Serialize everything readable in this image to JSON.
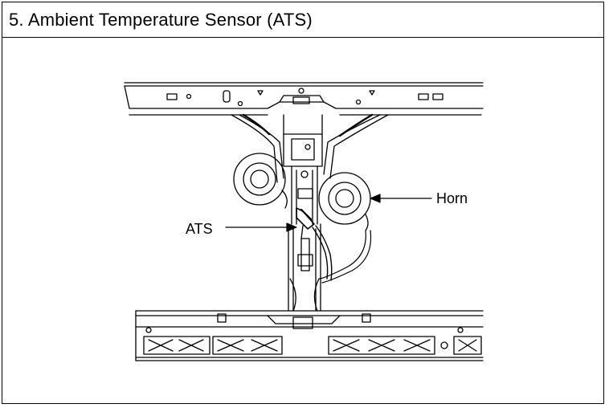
{
  "header": {
    "title": "5. Ambient Temperature Sensor (ATS)"
  },
  "diagram": {
    "callouts": [
      {
        "id": "ats",
        "text": "ATS"
      },
      {
        "id": "horn",
        "text": "Horn"
      }
    ],
    "colors": {
      "line": "#000000",
      "background": "#ffffff"
    }
  }
}
